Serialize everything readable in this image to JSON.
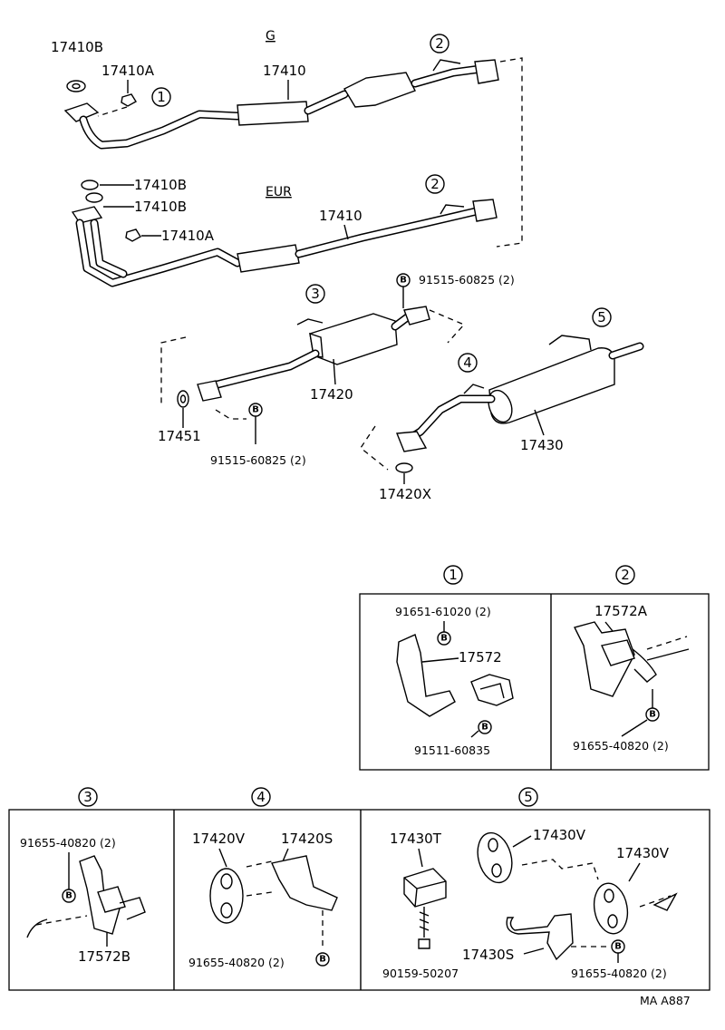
{
  "variants": {
    "g": "G",
    "eur": "EUR"
  },
  "callouts": {
    "c1": "1",
    "c2": "2",
    "c3": "3",
    "c4": "4",
    "c5": "5"
  },
  "bolt_marker": "B",
  "parts": {
    "p17410B_top": "17410B",
    "p17410A_top": "17410A",
    "p17410_g": "17410",
    "p17410B_eur_1": "17410B",
    "p17410B_eur_2": "17410B",
    "p17410A_eur": "17410A",
    "p17410_eur": "17410",
    "p91515_top": "91515-60825 (2)",
    "p17420": "17420",
    "p17451": "17451",
    "p91515_bottom": "91515-60825 (2)",
    "p17430": "17430",
    "p17420X": "17420X"
  },
  "detail_1": {
    "bolt": "91651-61020 (2)",
    "bracket": "17572",
    "nut": "91511-60835"
  },
  "detail_2": {
    "hanger": "17572A",
    "bolt": "91655-40820 (2)"
  },
  "detail_3": {
    "bolt": "91655-40820 (2)",
    "hanger": "17572B"
  },
  "detail_4": {
    "cushion": "17420V",
    "support": "17420S",
    "bolt": "91655-40820 (2)"
  },
  "detail_5": {
    "mount": "17430T",
    "cushion_1": "17430V",
    "cushion_2": "17430V",
    "support": "17430S",
    "screw": "90159-50207",
    "bolt": "91655-40820 (2)"
  },
  "figure_code": "MA A887"
}
